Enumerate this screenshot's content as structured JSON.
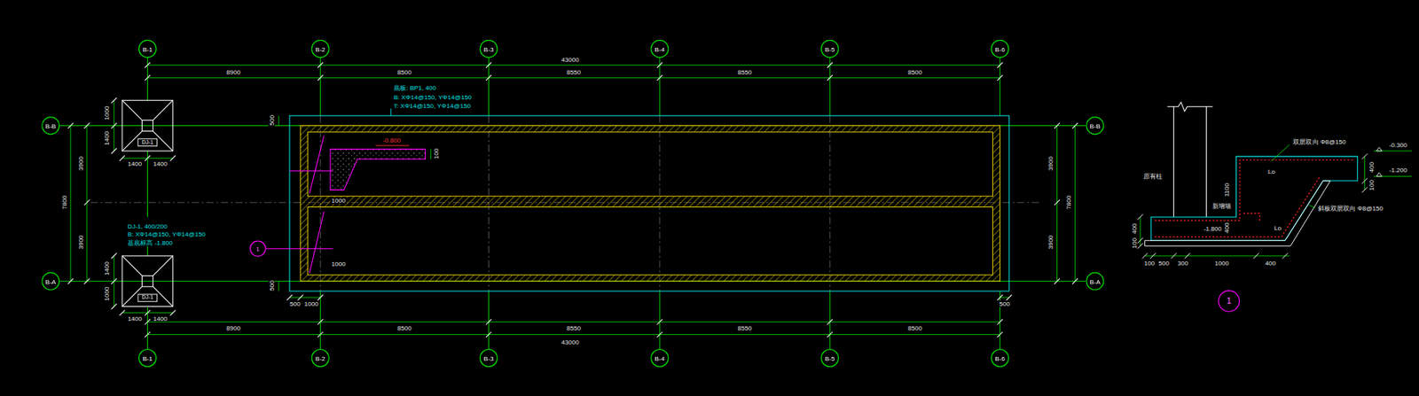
{
  "diagram": {
    "nodes": [
      {
        "text": [
          "B-1"
        ]
      },
      {
        "text": [
          "B-2"
        ]
      },
      {
        "text": [
          "B-3"
        ]
      },
      {
        "text": [
          "B-4"
        ]
      },
      {
        "text": [
          "B-5"
        ]
      },
      {
        "text": [
          "B-6"
        ]
      },
      {
        "text": [
          "B-1"
        ]
      },
      {
        "text": [
          "B-2"
        ]
      },
      {
        "text": [
          "B-3"
        ]
      },
      {
        "text": [
          "B-4"
        ]
      },
      {
        "text": [
          "B-5"
        ]
      },
      {
        "text": [
          "B-6"
        ]
      },
      {
        "text": [
          "B-B"
        ]
      },
      {
        "text": [
          "B-A"
        ]
      },
      {
        "text": [
          "B-B"
        ]
      },
      {
        "text": [
          "B-A"
        ]
      },
      {
        "text": [
          "DJ-1"
        ]
      },
      {
        "text": [
          "DJ-1"
        ]
      },
      {
        "text": [
          "1"
        ]
      },
      {
        "text": [
          "1"
        ]
      }
    ],
    "labels": [
      "43000",
      "8900",
      "8500",
      "8550",
      "8550",
      "8500",
      "43000",
      "8900",
      "8500",
      "8550",
      "8550",
      "8500",
      "3900",
      "7800",
      "3900",
      "3900",
      "7800",
      "3900",
      "1000",
      "1400",
      "1400",
      "1000",
      "1400",
      "1400",
      "1400",
      "1400",
      "500",
      "500",
      "500",
      "1000",
      "500",
      "1000",
      "1000",
      "-0.800",
      "100",
      "底板: BP1, 400",
      "B: XΦ14@150, YΦ14@150",
      "T: XΦ14@150, YΦ14@150",
      "DJ-1, 400/200",
      "B: XΦ14@150, YΦ14@150",
      "基底标高 -1.800",
      "原有柱",
      "新增墙",
      "-1.800",
      "1100",
      "400",
      "Lo",
      "Lo",
      "双层双向 Φ8@150",
      "斜板双层双向 Φ8@150",
      "-0.300",
      "-1.200",
      "400",
      "100",
      "400",
      "100",
      "100",
      "500",
      "300",
      "1000",
      "400"
    ]
  }
}
